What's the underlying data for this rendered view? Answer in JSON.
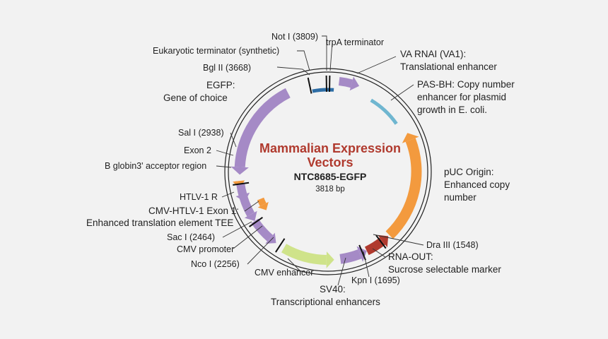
{
  "center": {
    "title_line1": "Mammalian Expression",
    "title_line2": "Vectors",
    "plasmid_name": "NTC8685-EGFP",
    "size": "3818 bp"
  },
  "colors": {
    "background": "#f2f2f2",
    "backbone": "#222222",
    "purple": "#a58ac6",
    "orange": "#f39a3e",
    "blue": "#2e6ea6",
    "light_blue": "#6fb6d0",
    "red": "#b03a2e",
    "green": "#cfe38a",
    "title": "#b03a2e"
  },
  "labels": {
    "not1": "Not I (3809)",
    "trpa": "trpA terminator",
    "euk_term": "Eukaryotic terminator (synthetic)",
    "bgl2": "Bgl II (3668)",
    "egfp_l1": "EGFP:",
    "egfp_l2": "Gene of choice",
    "va_l1": "VA RNAI (VA1):",
    "va_l2": "Translational enhancer",
    "pas_l1": "PAS-BH: Copy number",
    "pas_l2": "enhancer for plasmid",
    "pas_l3": "growth in E. coli.",
    "puc_l1": "pUC Origin:",
    "puc_l2": "Enhanced copy",
    "puc_l3": "number",
    "sal1": "Sal I (2938)",
    "exon2": "Exon 2",
    "bglobin": "B globin3' acceptor region",
    "htlv1r": "HTLV-1 R",
    "cmvhtlv_l1": "CMV-HTLV-1 Exon 1:",
    "cmvhtlv_l2": "Enhanced translation element TEE",
    "sac1": "Sac I (2464)",
    "cmvprom": "CMV promoter",
    "nco1": "Nco I (2256)",
    "cmvenh": "CMV enhancer",
    "dra3": "Dra III (1548)",
    "rnaout_l1": "RNA-OUT:",
    "rnaout_l2": "Sucrose selectable marker",
    "kpn1": "Kpn I (1695)",
    "sv40_l1": "SV40:",
    "sv40_l2": "Transcriptional enhancers"
  }
}
